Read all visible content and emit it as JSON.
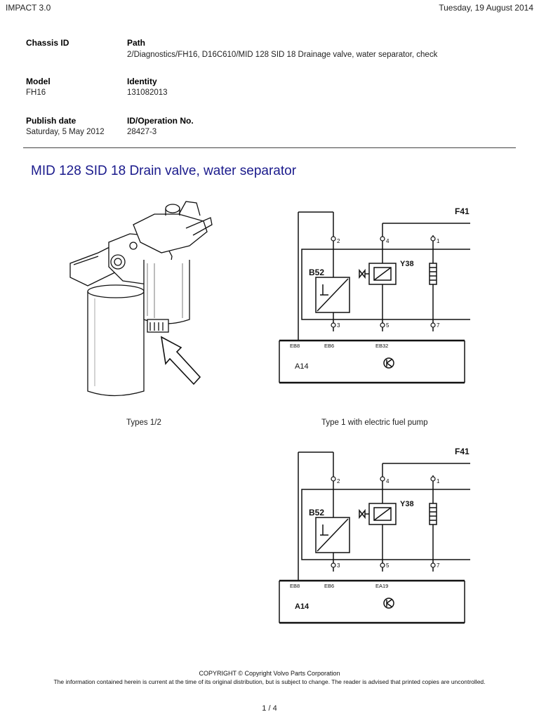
{
  "header": {
    "app": "IMPACT 3.0",
    "date": "Tuesday, 19 August 2014"
  },
  "meta": {
    "chassis_label": "Chassis ID",
    "chassis_value": "",
    "path_label": "Path",
    "path_value": "2/Diagnostics/FH16, D16C610/MID 128 SID 18 Drainage valve, water separator, check",
    "model_label": "Model",
    "model_value": "FH16",
    "identity_label": "Identity",
    "identity_value": "131082013",
    "publish_label": "Publish date",
    "publish_value": "Saturday, 5 May 2012",
    "operation_label": "ID/Operation No.",
    "operation_value": "28427-3"
  },
  "title": "MID 128 SID 18 Drain valve, water separator",
  "captions": {
    "left": "Types 1/2",
    "right": "Type 1 with electric fuel pump"
  },
  "diagram1": {
    "fuse": "F41",
    "sensor": "B52",
    "valve": "Y38",
    "unit": "A14",
    "pins_top": [
      "2",
      "4",
      "1"
    ],
    "pins_bottom": [
      "3",
      "5",
      "7"
    ],
    "connectors": [
      "EB8",
      "EB6",
      "EB32"
    ]
  },
  "diagram2": {
    "fuse": "F41",
    "sensor": "B52",
    "valve": "Y38",
    "unit": "A14",
    "pins_top": [
      "2",
      "4",
      "1"
    ],
    "pins_bottom": [
      "3",
      "5",
      "7"
    ],
    "connectors": [
      "EB8",
      "EB6",
      "EA19"
    ]
  },
  "footer": {
    "copyright": "COPYRIGHT © Copyright Volvo Parts Corporation",
    "notice": "The information contained herein is current at the time of its original distribution, but is subject to change. The reader is advised that printed copies are uncontrolled.",
    "page": "1 / 4"
  }
}
